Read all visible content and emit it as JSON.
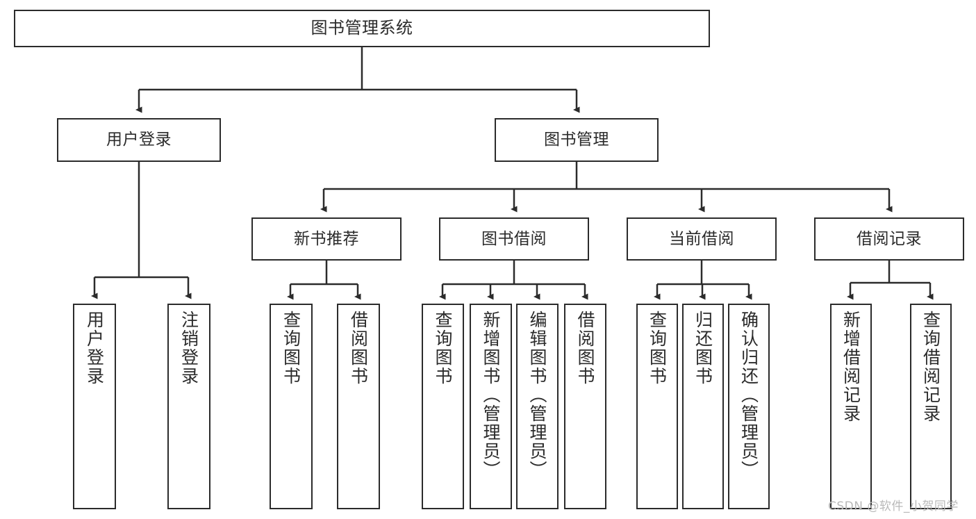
{
  "diagram": {
    "title": "图书管理系统",
    "type": "hierarchy-tree",
    "watermark": "CSDN @软件_小贺同学",
    "colors": {
      "stroke": "#2b2b2b",
      "fill": "#ffffff",
      "text": "#2b2b2b",
      "watermark": "#b9b9b9"
    },
    "root": {
      "label": "图书管理系统"
    },
    "level2": [
      {
        "label": "用户登录"
      },
      {
        "label": "图书管理"
      }
    ],
    "level3": [
      {
        "label": "新书推荐"
      },
      {
        "label": "图书借阅"
      },
      {
        "label": "当前借阅"
      },
      {
        "label": "借阅记录"
      }
    ],
    "leaves": {
      "user_login": [
        {
          "label": "用户登录"
        },
        {
          "label": "注销登录"
        }
      ],
      "new_book": [
        {
          "label": "查询图书"
        },
        {
          "label": "借阅图书"
        }
      ],
      "book_borrow": [
        {
          "label": "查询图书"
        },
        {
          "label": "新增图书（管理员）"
        },
        {
          "label": "编辑图书（管理员）"
        },
        {
          "label": "借阅图书"
        }
      ],
      "current_borrow": [
        {
          "label": "查询图书"
        },
        {
          "label": "归还图书"
        },
        {
          "label": "确认归还（管理员）"
        }
      ],
      "borrow_record": [
        {
          "label": "新增借阅记录"
        },
        {
          "label": "查询借阅记录"
        }
      ]
    }
  }
}
